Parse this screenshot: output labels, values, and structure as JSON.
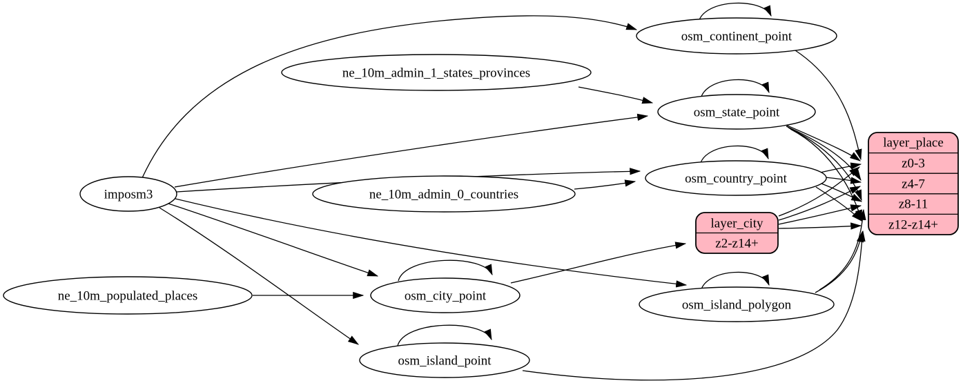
{
  "diagram": {
    "kind": "etl-graph",
    "colors": {
      "table_fill": "#ffffff",
      "layer_fill": "#ffb6c1",
      "stroke": "#000000",
      "background": "#ffffff"
    },
    "nodes": {
      "imposm3": {
        "label": "imposm3"
      },
      "ne_10m_admin_1_states_provinces": {
        "label": "ne_10m_admin_1_states_provinces"
      },
      "ne_10m_admin_0_countries": {
        "label": "ne_10m_admin_0_countries"
      },
      "ne_10m_populated_places": {
        "label": "ne_10m_populated_places"
      },
      "osm_continent_point": {
        "label": "osm_continent_point"
      },
      "osm_state_point": {
        "label": "osm_state_point"
      },
      "osm_country_point": {
        "label": "osm_country_point"
      },
      "osm_city_point": {
        "label": "osm_city_point"
      },
      "osm_island_polygon": {
        "label": "osm_island_polygon"
      },
      "osm_island_point": {
        "label": "osm_island_point"
      },
      "layer_city": {
        "title": "layer_city",
        "rows": [
          "z2-z14+"
        ]
      },
      "layer_place": {
        "title": "layer_place",
        "rows": [
          "z0-3",
          "z4-7",
          "z8-11",
          "z12-z14+"
        ]
      }
    },
    "edges": [
      {
        "from": "imposm3",
        "to": "osm_continent_point"
      },
      {
        "from": "imposm3",
        "to": "osm_state_point"
      },
      {
        "from": "imposm3",
        "to": "osm_country_point"
      },
      {
        "from": "imposm3",
        "to": "osm_city_point"
      },
      {
        "from": "imposm3",
        "to": "osm_island_polygon"
      },
      {
        "from": "imposm3",
        "to": "osm_island_point"
      },
      {
        "from": "ne_10m_admin_1_states_provinces",
        "to": "osm_state_point"
      },
      {
        "from": "ne_10m_admin_0_countries",
        "to": "osm_country_point"
      },
      {
        "from": "ne_10m_populated_places",
        "to": "osm_city_point"
      },
      {
        "from": "osm_continent_point",
        "to": "osm_continent_point"
      },
      {
        "from": "osm_state_point",
        "to": "osm_state_point"
      },
      {
        "from": "osm_country_point",
        "to": "osm_country_point"
      },
      {
        "from": "osm_city_point",
        "to": "osm_city_point"
      },
      {
        "from": "osm_island_polygon",
        "to": "osm_island_polygon"
      },
      {
        "from": "osm_island_point",
        "to": "osm_island_point"
      },
      {
        "from": "osm_continent_point",
        "to": "layer_place:z0-3"
      },
      {
        "from": "osm_state_point",
        "to": "layer_place:z0-3"
      },
      {
        "from": "osm_state_point",
        "to": "layer_place:z4-7"
      },
      {
        "from": "osm_state_point",
        "to": "layer_place:z8-11"
      },
      {
        "from": "osm_state_point",
        "to": "layer_place:z12-z14+"
      },
      {
        "from": "osm_country_point",
        "to": "layer_place:z0-3"
      },
      {
        "from": "osm_country_point",
        "to": "layer_place:z4-7"
      },
      {
        "from": "osm_country_point",
        "to": "layer_place:z8-11"
      },
      {
        "from": "osm_country_point",
        "to": "layer_place:z12-z14+"
      },
      {
        "from": "osm_city_point",
        "to": "layer_city:z2-z14+"
      },
      {
        "from": "layer_city",
        "to": "layer_place:z0-3"
      },
      {
        "from": "layer_city",
        "to": "layer_place:z4-7"
      },
      {
        "from": "layer_city",
        "to": "layer_place:z8-11"
      },
      {
        "from": "layer_city",
        "to": "layer_place:z12-z14+"
      },
      {
        "from": "osm_island_polygon",
        "to": "layer_place:z8-11"
      },
      {
        "from": "osm_island_polygon",
        "to": "layer_place:z12-z14+"
      },
      {
        "from": "osm_island_point",
        "to": "layer_place:z12-z14+"
      }
    ]
  }
}
